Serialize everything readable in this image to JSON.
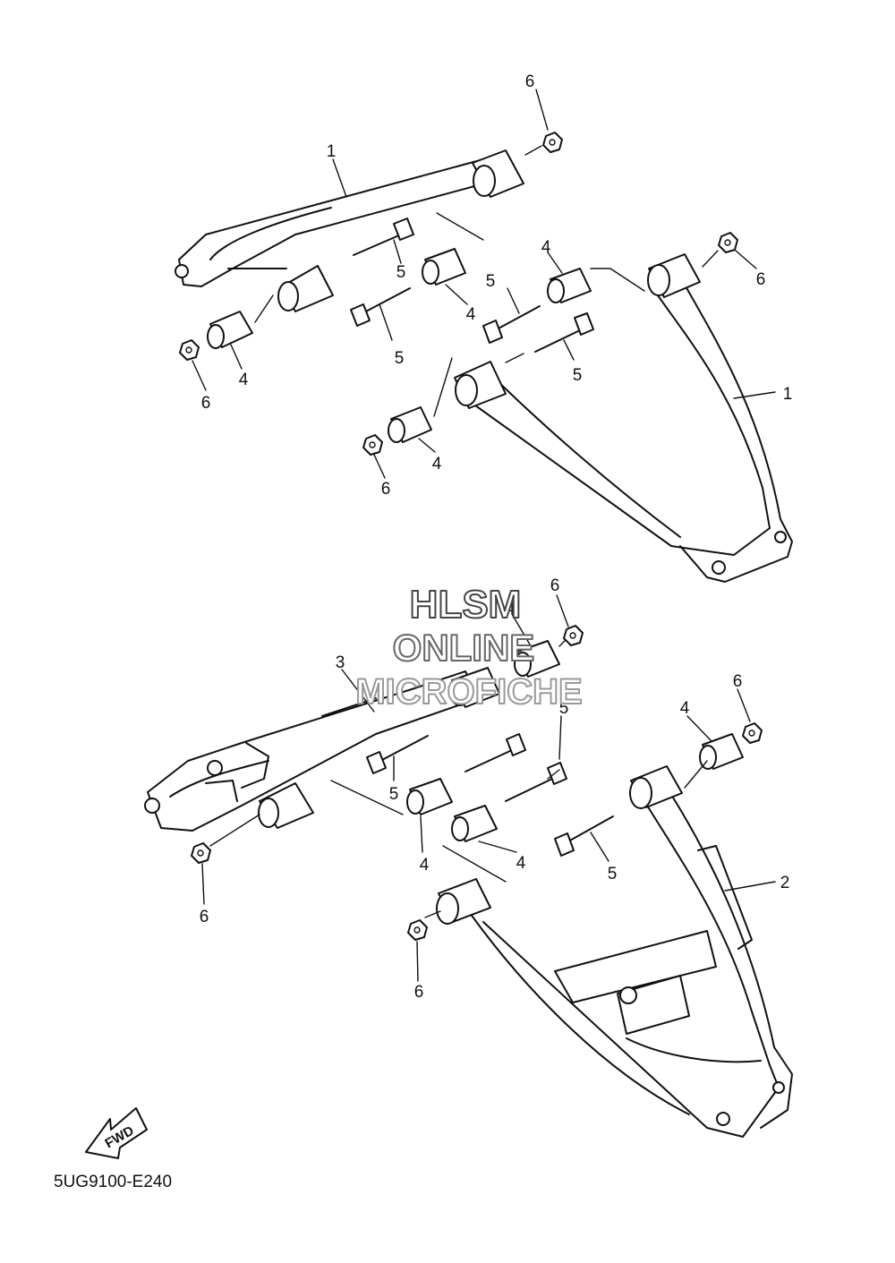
{
  "diagram_code": "5UG9100-E240",
  "fwd_label": "FWD",
  "watermark": {
    "line1": "HLSM",
    "line2": "ONLINE",
    "line3": "MICROFICHE"
  },
  "callouts": [
    "1",
    "2",
    "3",
    "4",
    "5",
    "6"
  ]
}
